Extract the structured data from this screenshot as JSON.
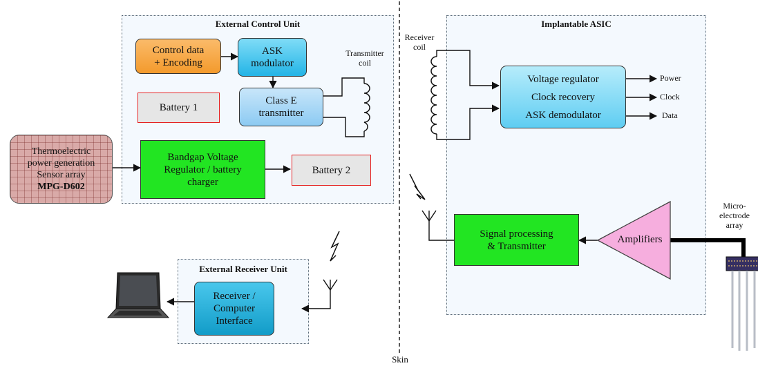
{
  "regions": {
    "external_control_unit": "External Control Unit",
    "implantable_asic": "Implantable ASIC",
    "external_receiver_unit": "External Receiver Unit"
  },
  "blocks": {
    "control_data": [
      "Control data",
      "+ Encoding"
    ],
    "ask_modulator": [
      "ASK",
      "modulator"
    ],
    "class_e": [
      "Class E",
      "transmitter"
    ],
    "battery1": "Battery 1",
    "bandgap": [
      "Bandgap Voltage",
      "Regulator / battery",
      "charger"
    ],
    "battery2": "Battery 2",
    "thermoelectric": [
      "Thermoelectric",
      "power generation",
      "Sensor  array",
      "MPG-D602"
    ],
    "asic_block": [
      "Voltage regulator",
      "Clock recovery",
      "ASK demodulator"
    ],
    "signal_processing": [
      "Signal processing",
      "& Transmitter"
    ],
    "amplifiers": "Amplifiers",
    "receiver_interface": [
      "Receiver /",
      "Computer",
      "Interface"
    ]
  },
  "labels": {
    "transmitter_coil": [
      "Transmitter",
      "coil"
    ],
    "receiver_coil": [
      "Receiver",
      "coil"
    ],
    "outputs": [
      "Power",
      "Clock",
      "Data"
    ],
    "microelectrode": [
      "Micro-",
      "electrode",
      "array"
    ],
    "skin": "Skin"
  },
  "icons": [
    "laptop-icon",
    "antenna-icon",
    "lightning-icon",
    "coil-icon",
    "microelectrode-probe-icon"
  ]
}
